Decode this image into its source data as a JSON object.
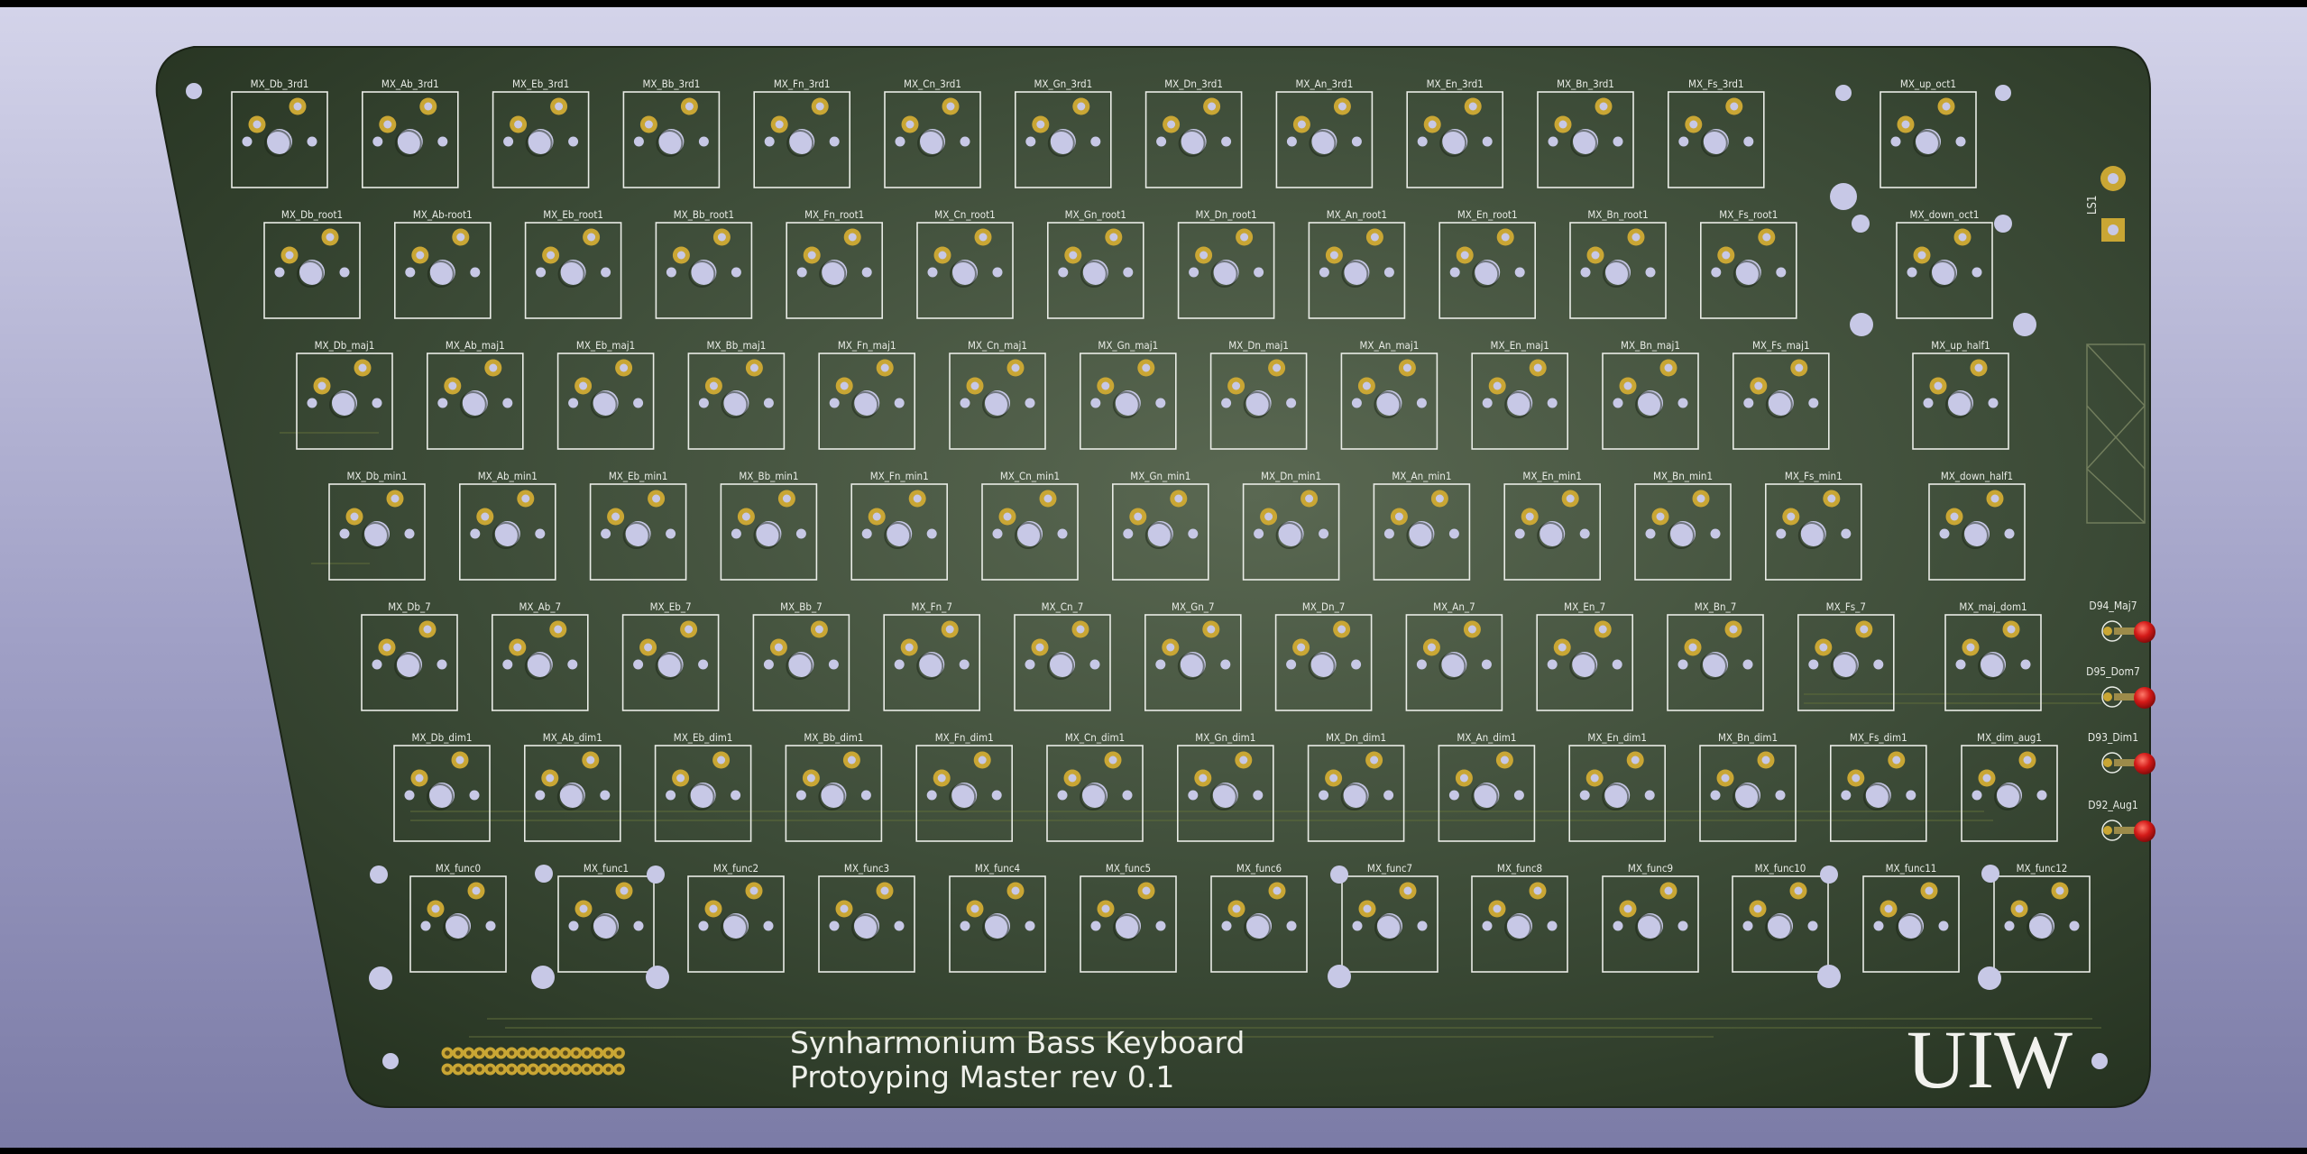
{
  "colors": {
    "board": "#3b4a36",
    "silkscreen": "#e9ece6",
    "pad_gold": "#c9a634",
    "hole": "#c7c8e6",
    "led": "#d41a18",
    "frame": "#000000"
  },
  "icons": {
    "switch_footprint": "mx-switch-footprint-icon",
    "mount_hole": "mounting-hole-icon",
    "led": "led-icon",
    "connector": "pin-header-icon"
  },
  "board": {
    "title_line1": "Synharmonium Bass Keyboard",
    "title_line2": "Protoyping Master rev 0.1",
    "logo": "UIW",
    "speaker_ref": "LS1"
  },
  "key_rows": [
    [
      "MX_Db_3rd1",
      "MX_Ab_3rd1",
      "MX_Eb_3rd1",
      "MX_Bb_3rd1",
      "MX_Fn_3rd1",
      "MX_Cn_3rd1",
      "MX_Gn_3rd1",
      "MX_Dn_3rd1",
      "MX_An_3rd1",
      "MX_En_3rd1",
      "MX_Bn_3rd1",
      "MX_Fs_3rd1",
      "MX_up_oct1"
    ],
    [
      "MX_Db_root1",
      "MX_Ab-root1",
      "MX_Eb_root1",
      "MX_Bb_root1",
      "MX_Fn_root1",
      "MX_Cn_root1",
      "MX_Gn_root1",
      "MX_Dn_root1",
      "MX_An_root1",
      "MX_En_root1",
      "MX_Bn_root1",
      "MX_Fs_root1",
      "MX_down_oct1"
    ],
    [
      "MX_Db_maj1",
      "MX_Ab_maj1",
      "MX_Eb_maj1",
      "MX_Bb_maj1",
      "MX_Fn_maj1",
      "MX_Cn_maj1",
      "MX_Gn_maj1",
      "MX_Dn_maj1",
      "MX_An_maj1",
      "MX_En_maj1",
      "MX_Bn_maj1",
      "MX_Fs_maj1",
      "MX_up_half1"
    ],
    [
      "MX_Db_min1",
      "MX_Ab_min1",
      "MX_Eb_min1",
      "MX_Bb_min1",
      "MX_Fn_min1",
      "MX_Cn_min1",
      "MX_Gn_min1",
      "MX_Dn_min1",
      "MX_An_min1",
      "MX_En_min1",
      "MX_Bn_min1",
      "MX_Fs_min1",
      "MX_down_half1"
    ],
    [
      "MX_Db_7",
      "MX_Ab_7",
      "MX_Eb_7",
      "MX_Bb_7",
      "MX_Fn_7",
      "MX_Cn_7",
      "MX_Gn_7",
      "MX_Dn_7",
      "MX_An_7",
      "MX_En_7",
      "MX_Bn_7",
      "MX_Fs_7",
      "MX_maj_dom1"
    ],
    [
      "MX_Db_dim1",
      "MX_Ab_dim1",
      "MX_Eb_dim1",
      "MX_Bb_dim1",
      "MX_Fn_dim1",
      "MX_Cn_dim1",
      "MX_Gn_dim1",
      "MX_Dn_dim1",
      "MX_An_dim1",
      "MX_En_dim1",
      "MX_Bn_dim1",
      "MX_Fs_dim1",
      "MX_dim_aug1"
    ],
    [
      "MX_func0",
      "MX_func1",
      "MX_func2",
      "MX_func3",
      "MX_func4",
      "MX_func5",
      "MX_func6",
      "MX_func7",
      "MX_func8",
      "MX_func9",
      "MX_func10",
      "MX_func11",
      "MX_func12"
    ]
  ],
  "leds": [
    "D94_Maj7",
    "D95_Dom7",
    "D93_Dim1",
    "D92_Aug1"
  ]
}
